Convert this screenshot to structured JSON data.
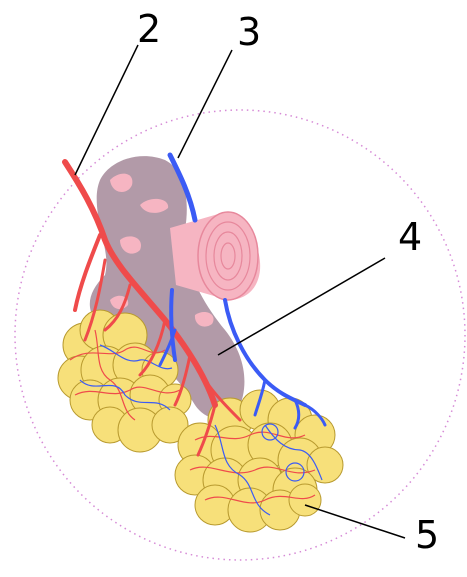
{
  "labels": [
    "2",
    "3",
    "4",
    "5"
  ],
  "colors": {
    "artery": "#ef4b4b",
    "vein": "#3b5bf5",
    "bronchiole": "#b29aa8",
    "cartilage": "#f6b5c2",
    "alveolus": "#f7e07a",
    "alveolus_outline": "#b89a2f",
    "boundary_circle": "#d68ad6",
    "leader_line": "#000000"
  },
  "icons": [
    "alveolar-sac-cluster",
    "bronchiole",
    "pulmonary-artery",
    "pulmonary-vein"
  ]
}
